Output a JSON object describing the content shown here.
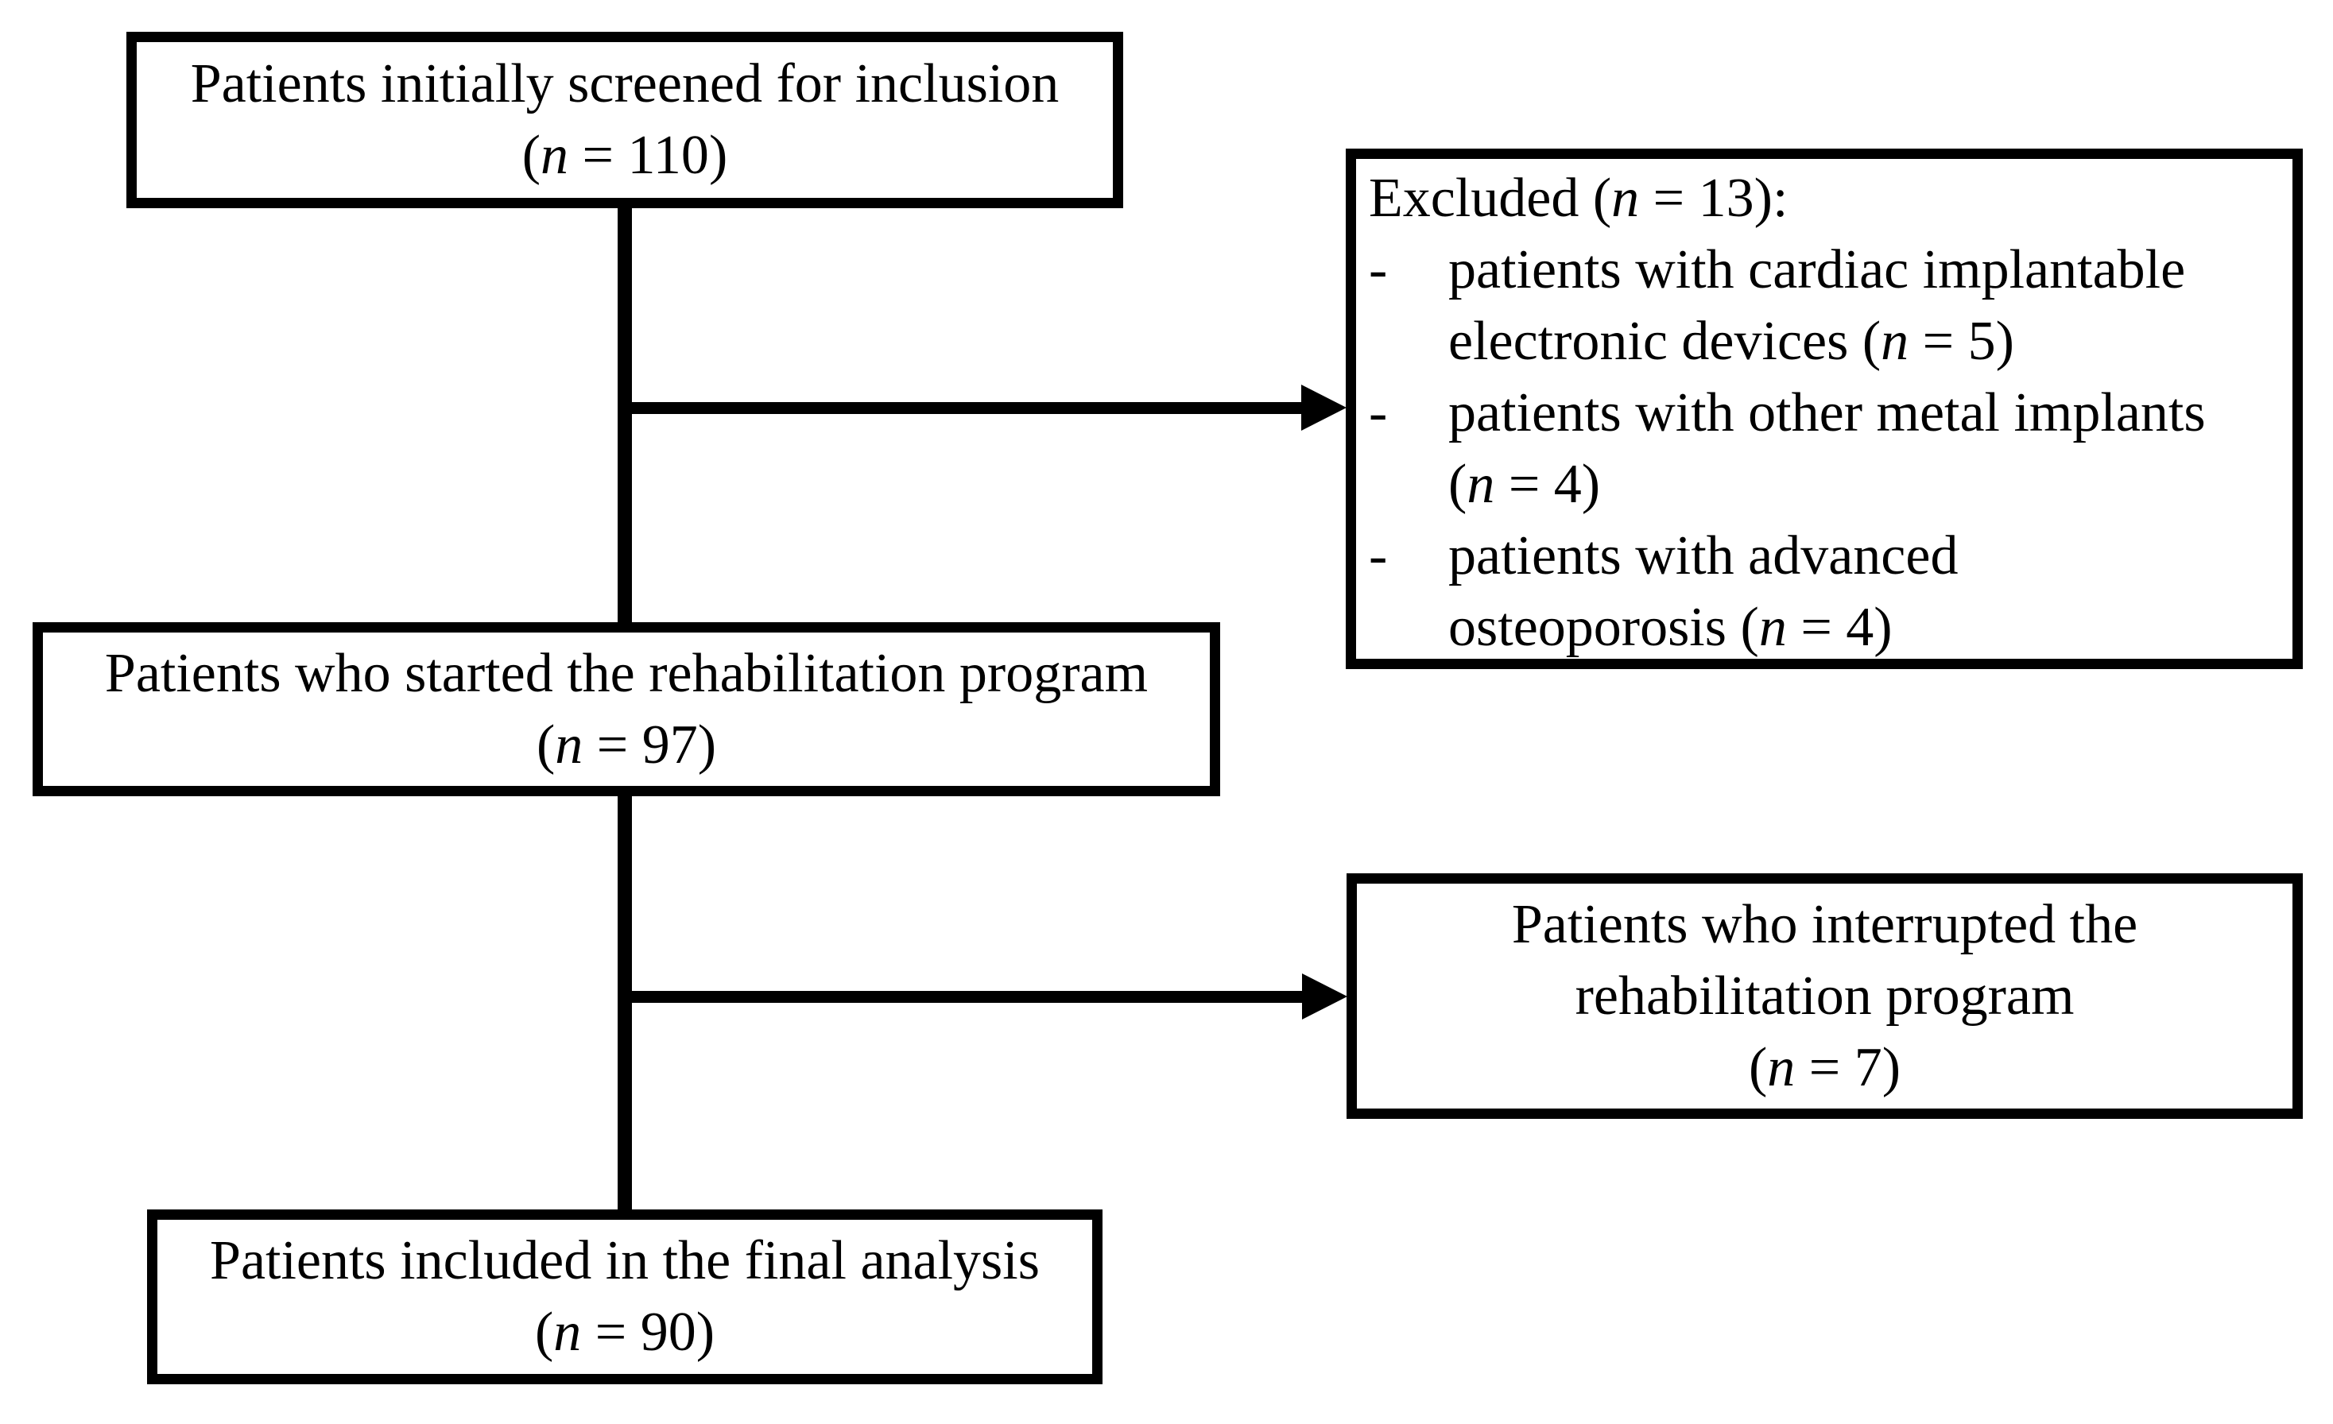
{
  "figure": {
    "type": "patient-flow-diagram",
    "background_color": "#ffffff",
    "line_color": "#000000",
    "text_color": "#000000"
  },
  "tokens": {
    "open_paren": "(",
    "n_symbol": "n",
    "equals": " = ",
    "close_paren": ")",
    "close_paren_colon": "):",
    "bullet": "-"
  },
  "boxes": {
    "screened": {
      "label": "Patients initially screened for inclusion",
      "n_value": "110"
    },
    "excluded": {
      "title": "Excluded ",
      "n_value": "13",
      "items": [
        {
          "line1": "patients with cardiac implantable",
          "line2": "electronic devices ",
          "n_value": "5"
        },
        {
          "line1": "patients with other metal implants",
          "line2": "",
          "n_value": "4"
        },
        {
          "line1": "patients with advanced",
          "line2": "osteoporosis ",
          "n_value": "4"
        }
      ]
    },
    "started": {
      "label": "Patients who started the rehabilitation program",
      "n_value": "97"
    },
    "interrupted": {
      "line1": "Patients who interrupted the",
      "line2": "rehabilitation program",
      "n_value": "7"
    },
    "final": {
      "label": "Patients included in the final analysis",
      "n_value": "90"
    }
  }
}
